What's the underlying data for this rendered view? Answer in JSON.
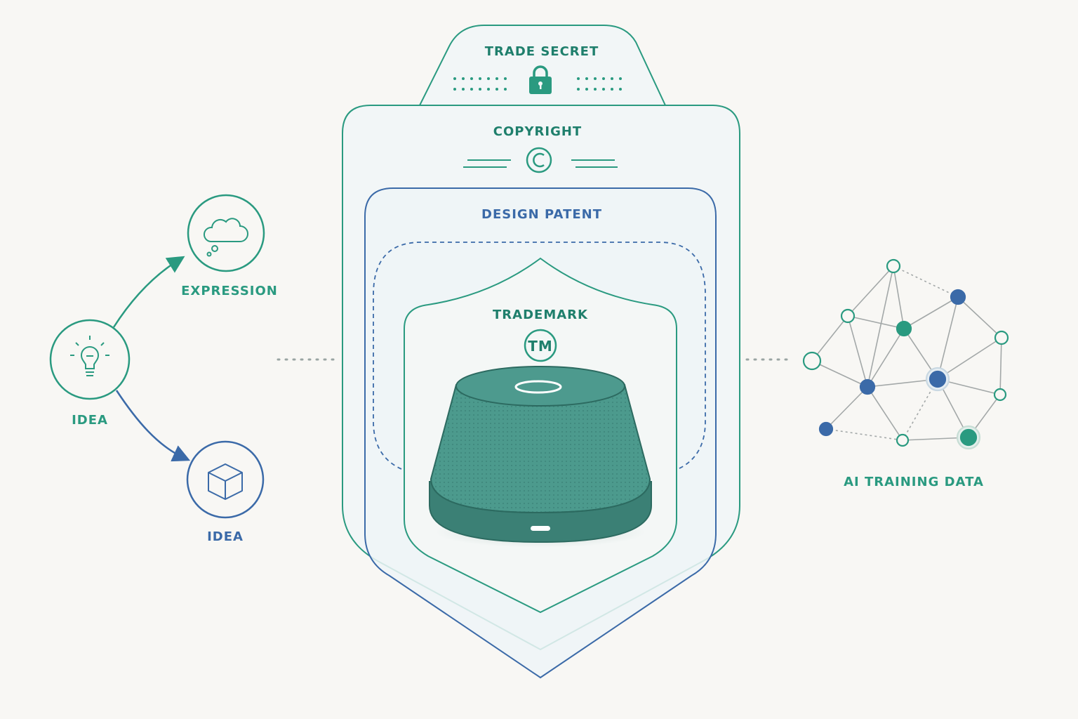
{
  "colors": {
    "background": "#f8f7f4",
    "teal": "#2a9a80",
    "teal_dark": "#1f7f6c",
    "blue": "#3b6aa8",
    "teal_light": "#a8d5c8",
    "fill_panel": "#f2f6f7",
    "product": "#4a978a",
    "product_dark": "#3b8075"
  },
  "left_flow": {
    "source_label": "IDEA",
    "top_label": "EXPRESSION",
    "bottom_label": "IDEA",
    "source_icon": "lightbulb-icon",
    "top_icon": "thought-cloud-icon",
    "bottom_icon": "cube-icon"
  },
  "layers": {
    "trade_secret": {
      "label": "TRADE SECRET",
      "icon": "padlock-icon"
    },
    "copyright": {
      "label": "COPYRIGHT",
      "icon": "copyright-icon"
    },
    "design_patent": {
      "label": "DESIGN PATENT"
    },
    "trademark": {
      "label": "TRADEMARK",
      "badge": "TM"
    }
  },
  "product": {
    "name": "smart-speaker"
  },
  "network": {
    "label": "AI TRAINING DATA",
    "icon": "neural-network-icon"
  }
}
